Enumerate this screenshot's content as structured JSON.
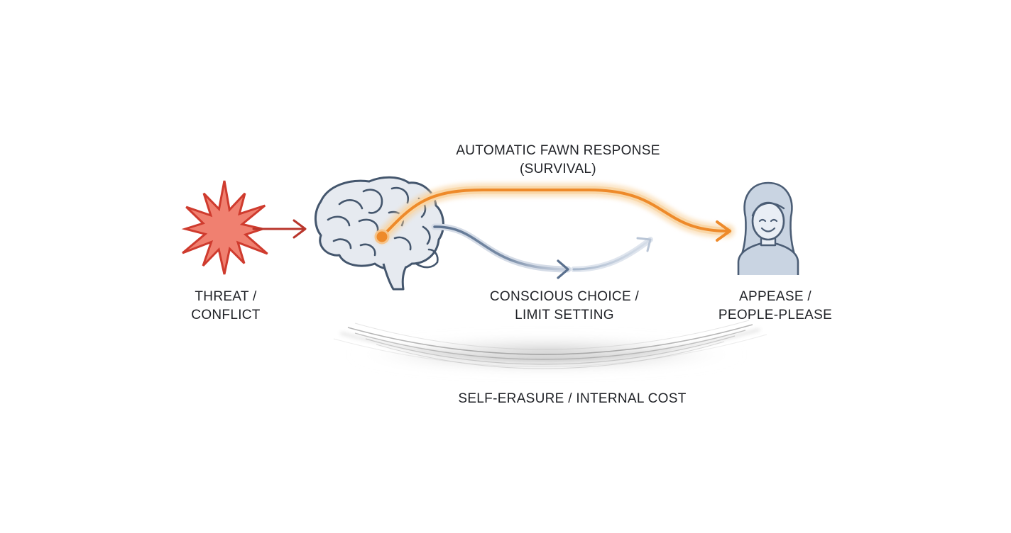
{
  "labels": {
    "threat": [
      "THREAT /",
      "CONFLICT"
    ],
    "fawn": [
      "AUTOMATIC FAWN RESPONSE",
      "(SURVIVAL)"
    ],
    "conscious": [
      "CONSCIOUS CHOICE /",
      "LIMIT SETTING"
    ],
    "appease": [
      "APPEASE /",
      "PEOPLE-PLEASE"
    ],
    "cost": "SELF-ERASURE / INTERNAL COST"
  },
  "icons": {
    "threat": "starburst-icon",
    "brain": "brain-icon",
    "person": "person-icon"
  },
  "colors": {
    "threat_fill": "#f08070",
    "threat_stroke": "#cf3b2e",
    "arrow_red": "#b9352b",
    "brain_stroke": "#44566d",
    "brain_fill": "#e6eaf0",
    "fawn_orange": "#ee8a2a",
    "fawn_glow": "#f8cf96",
    "conscious_blue": "#5a708e",
    "person_fill": "#c9d4e2",
    "person_stroke": "#4b5d75",
    "text": "#1f2126"
  }
}
